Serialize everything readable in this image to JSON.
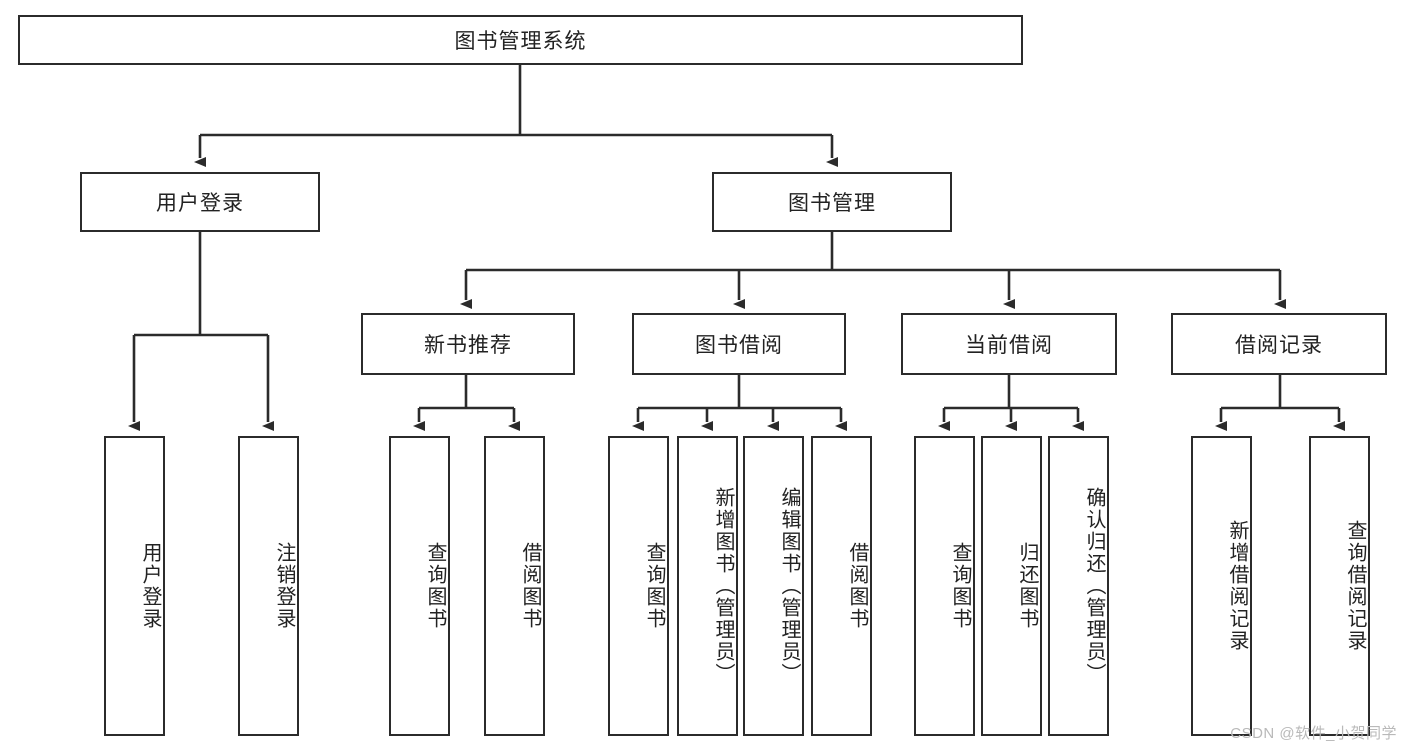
{
  "diagram": {
    "title": "图书管理系统",
    "watermark": "CSDN @软件_小贺同学",
    "colors": {
      "stroke": "#2b2b2b",
      "fill": "#ffffff",
      "text": "#222222",
      "watermark": "#b9b9b9"
    },
    "root": {
      "label": "图书管理系统"
    },
    "level1": [
      {
        "label": "用户登录"
      },
      {
        "label": "图书管理"
      }
    ],
    "level2": [
      {
        "label": "新书推荐"
      },
      {
        "label": "图书借阅"
      },
      {
        "label": "当前借阅"
      },
      {
        "label": "借阅记录"
      }
    ],
    "leaves": {
      "user_login": [
        {
          "label": "用户登录"
        },
        {
          "label": "注销登录"
        }
      ],
      "new_book": [
        {
          "label": "查询图书"
        },
        {
          "label": "借阅图书"
        }
      ],
      "book_borrow": [
        {
          "label": "查询图书"
        },
        {
          "label": "新增图书（管理员）"
        },
        {
          "label": "编辑图书（管理员）"
        },
        {
          "label": "借阅图书"
        }
      ],
      "current_borrow": [
        {
          "label": "查询图书"
        },
        {
          "label": "归还图书"
        },
        {
          "label": "确认归还（管理员）"
        }
      ],
      "borrow_record": [
        {
          "label": "新增借阅记录"
        },
        {
          "label": "查询借阅记录"
        }
      ]
    }
  }
}
